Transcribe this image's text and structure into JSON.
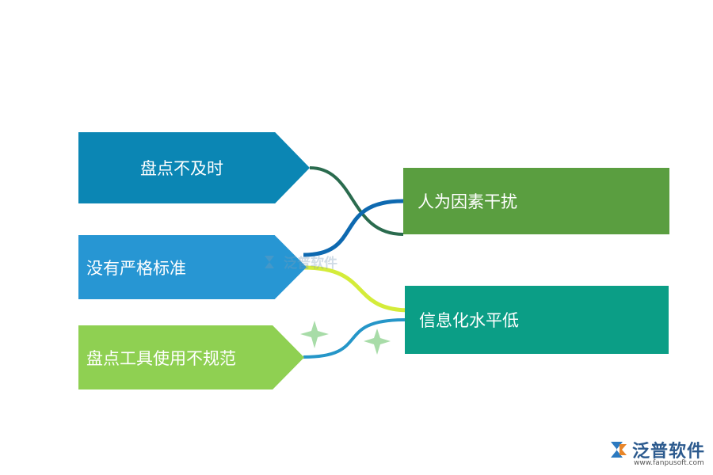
{
  "left_nodes": [
    {
      "label": "盘点不及时",
      "color": "#0b86b4"
    },
    {
      "label": "没有严格标准",
      "color": "#2796d3"
    },
    {
      "label": "盘点工具使用不规范",
      "color": "#8fd052"
    }
  ],
  "right_nodes": [
    {
      "label": "人为因素干扰",
      "color": "#5a9e40"
    },
    {
      "label": "信息化水平低",
      "color": "#0b9e86"
    }
  ],
  "connectors": [
    {
      "color": "#2a6b4e"
    },
    {
      "color": "#0e69b0"
    },
    {
      "color": "#d4ec3a"
    },
    {
      "color": "#2596c8"
    }
  ],
  "decorations": {
    "sparkle_color": "#a8dca8"
  },
  "watermark": {
    "text": "泛普软件"
  },
  "brand": {
    "name": "泛普软件",
    "url": "www.fanpusoft.com"
  }
}
